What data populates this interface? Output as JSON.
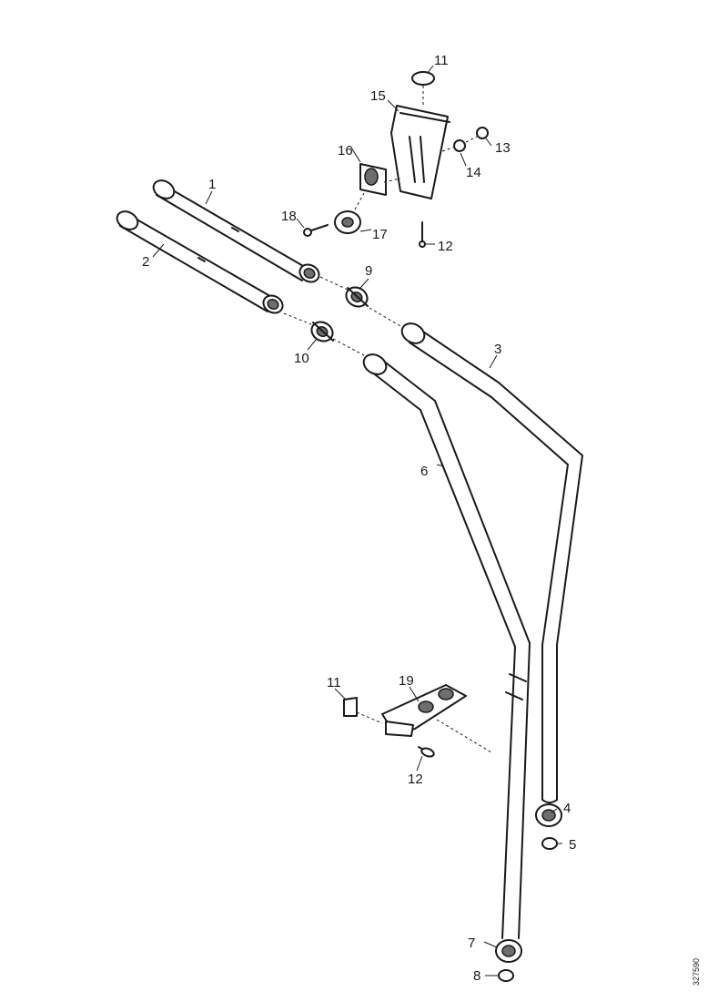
{
  "callouts": [
    {
      "id": "c1",
      "text": "1"
    },
    {
      "id": "c2",
      "text": "2"
    },
    {
      "id": "c3",
      "text": "3"
    },
    {
      "id": "c4",
      "text": "4"
    },
    {
      "id": "c5",
      "text": "5"
    },
    {
      "id": "c6",
      "text": "6"
    },
    {
      "id": "c7",
      "text": "7"
    },
    {
      "id": "c8",
      "text": "8"
    },
    {
      "id": "c9",
      "text": "9"
    },
    {
      "id": "c10",
      "text": "10"
    },
    {
      "id": "c11a",
      "text": "11"
    },
    {
      "id": "c11b",
      "text": "11"
    },
    {
      "id": "c12a",
      "text": "12"
    },
    {
      "id": "c12b",
      "text": "12"
    },
    {
      "id": "c13",
      "text": "13"
    },
    {
      "id": "c14",
      "text": "14"
    },
    {
      "id": "c15",
      "text": "15"
    },
    {
      "id": "c16",
      "text": "16"
    },
    {
      "id": "c17",
      "text": "17"
    },
    {
      "id": "c18",
      "text": "18"
    },
    {
      "id": "c19",
      "text": "19"
    }
  ],
  "reference_code": "327590"
}
